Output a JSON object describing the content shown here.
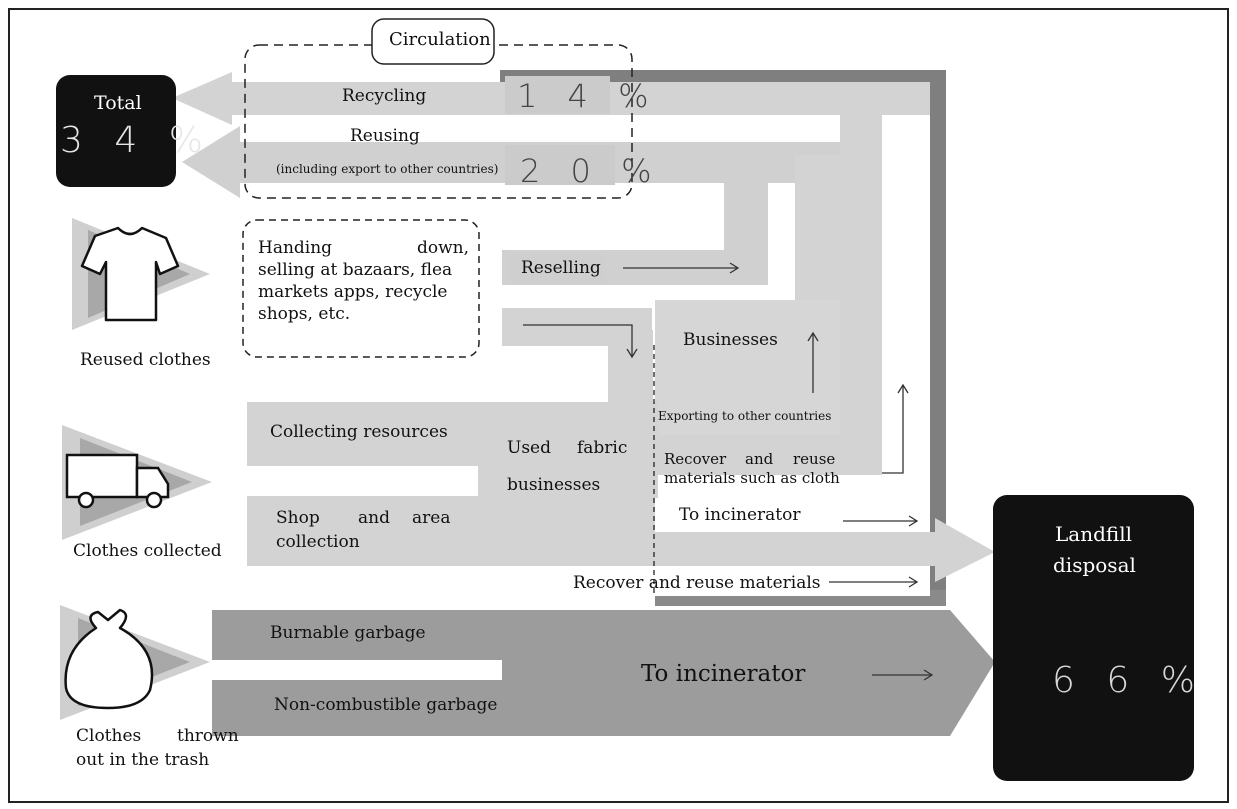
{
  "circulation_label": "Circulation",
  "total": {
    "label": "Total",
    "value": "3 4 %"
  },
  "recycling": {
    "label": "Recycling",
    "value": "1 4 %"
  },
  "reusing": {
    "label": "Reusing",
    "sub": "(including export to other countries)",
    "value": "2 0 %"
  },
  "handing_down": {
    "line1a": "Handing",
    "line1b": "down,",
    "line2": "selling at bazaars, flea",
    "line3": "markets apps, recycle",
    "line4": "shops, etc."
  },
  "reselling": "Reselling",
  "businesses": "Businesses",
  "exporting": "Exporting to other countries",
  "collecting_resources": "Collecting resources",
  "used_fabric": {
    "line1a": "Used",
    "line1b": "fabric",
    "line2": "businesses"
  },
  "recover_cloth": {
    "line1a": "Recover",
    "line1b": "and",
    "line1c": "reuse",
    "line2": "materials such as cloth"
  },
  "to_incinerator_small": "To incinerator",
  "shop_area": {
    "line1a": "Shop",
    "line1b": "and",
    "line1c": "area",
    "line2": "collection"
  },
  "recover_materials": "Recover and reuse materials",
  "burnable": "Burnable garbage",
  "non_combustible": "Non-combustible garbage",
  "to_incinerator_big": "To incinerator",
  "landfill": {
    "line1": "Landfill",
    "line2": "disposal",
    "value": "6 6 %"
  },
  "sources": {
    "reused": "Reused clothes",
    "collected": "Clothes collected",
    "trash_line1a": "Clothes",
    "trash_line1b": "thrown",
    "trash_line2": "out in the trash"
  },
  "colors": {
    "flow_light": "#d3d3d3",
    "flow_dark": "#9c9c9c",
    "frame_dark": "#7f7f7f",
    "black": "#111111"
  }
}
